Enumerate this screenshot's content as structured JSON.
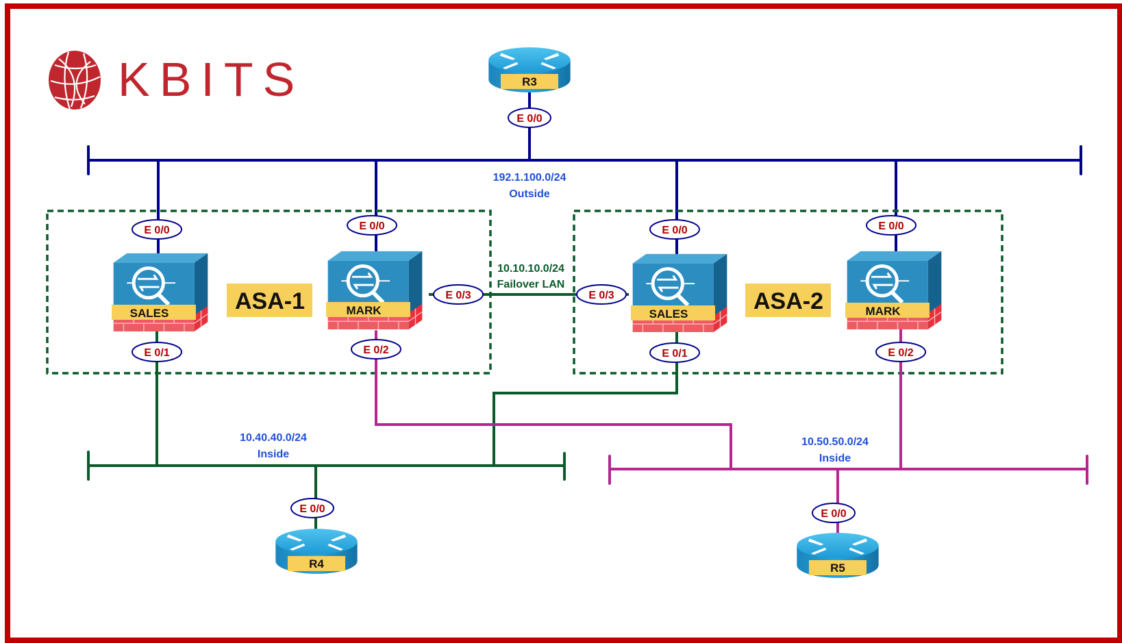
{
  "logo": {
    "text": "KBITS",
    "color": "#c0262e"
  },
  "colors": {
    "frame": "#c00000",
    "outside_bus": "#00008b",
    "inside1_bus": "#0b5a2a",
    "inside2_bus": "#b5278f",
    "failover_link": "#0b5a2a",
    "interface_text": "#b00000",
    "network_text": "#1f4fd8",
    "label_bg": "#f7cf5b"
  },
  "networks": {
    "outside": {
      "subnet": "192.1.100.0/24",
      "name": "Outside"
    },
    "failover": {
      "subnet": "10.10.10.0/24",
      "name": "Failover LAN"
    },
    "inside1": {
      "subnet": "10.40.40.0/24",
      "name": "Inside"
    },
    "inside2": {
      "subnet": "10.50.50.0/24",
      "name": "Inside"
    }
  },
  "routers": {
    "r3": {
      "name": "R3",
      "iface": "E 0/0"
    },
    "r4": {
      "name": "R4",
      "iface": "E 0/0"
    },
    "r5": {
      "name": "R5",
      "iface": "E 0/0"
    }
  },
  "asa1": {
    "label": "ASA-1",
    "sales": {
      "name": "SALES",
      "outside": "E 0/0",
      "inside": "E 0/1"
    },
    "mark": {
      "name": "MARK",
      "outside": "E 0/0",
      "inside": "E 0/2",
      "failover": "E 0/3"
    }
  },
  "asa2": {
    "label": "ASA-2",
    "sales": {
      "name": "SALES",
      "outside": "E 0/0",
      "inside": "E 0/1",
      "failover": "E 0/3"
    },
    "mark": {
      "name": "MARK",
      "outside": "E 0/0",
      "inside": "E 0/2"
    }
  }
}
